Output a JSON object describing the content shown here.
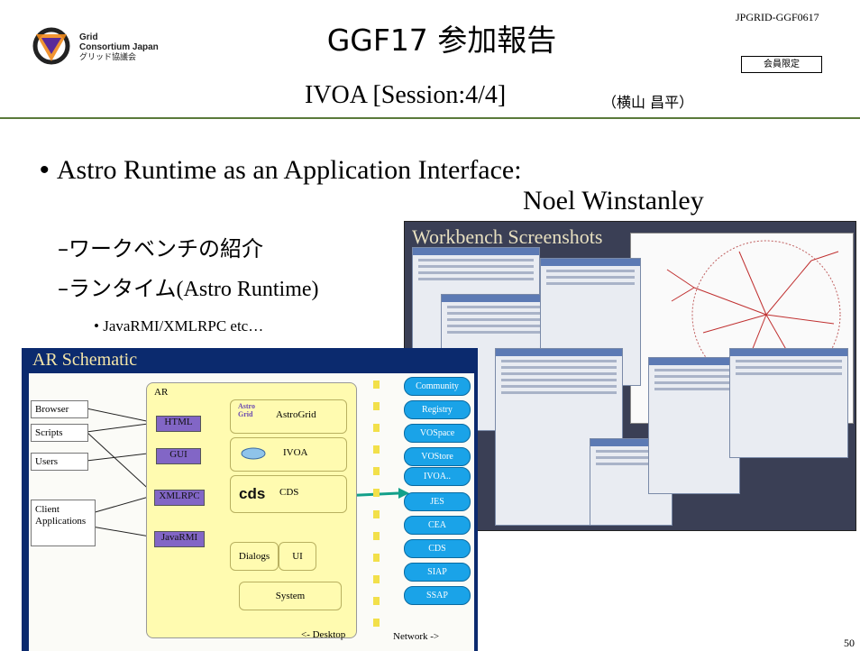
{
  "header": {
    "logo_line1": "Grid",
    "logo_line2": "Consortium Japan",
    "logo_line3": "グリッド協議会",
    "title": "GGF17 参加報告",
    "doc_id": "JPGRID-GGF0617",
    "members_only": "会員限定",
    "subtitle": "IVOA [Session:4/4]",
    "author": "（横山 昌平）"
  },
  "content": {
    "bullet_marker": "•",
    "bullet1": "Astro Runtime as an Application Interface:",
    "speaker": "Noel Winstanley",
    "sub1": "–ワークベンチの紹介",
    "sub2_jp": "–ランタイム",
    "sub2_en": "(Astro Runtime)",
    "sub3": "• JavaRMI/XMLRPC etc…"
  },
  "workbench": {
    "title": "Workbench Screenshots"
  },
  "schematic": {
    "title": "AR Schematic",
    "ar_label": "AR",
    "clients": [
      "Browser",
      "Scripts",
      "Users"
    ],
    "client_apps": "Client Applications",
    "interfaces": [
      "HTML",
      "GUI",
      "XMLRPC",
      "JavaRMI"
    ],
    "astrogrid_logo": "Astro Grid",
    "components": [
      "AstroGrid",
      "IVOA",
      "CDS",
      "Dialogs",
      "UI",
      "System"
    ],
    "network_services": [
      "Community",
      "Registry",
      "VOSpace",
      "VOStore",
      "IVOA..",
      "JES",
      "CEA",
      "CDS",
      "SIAP",
      "SSAP"
    ],
    "desktop_label": "<- Desktop",
    "network_label": "Network ->"
  },
  "page_number": "50",
  "colors": {
    "header_rule": "#5a7a3a",
    "interface_purple": "#8266c6",
    "network_blue": "#1aa3e8",
    "ar_yellow": "#fffbb0"
  }
}
